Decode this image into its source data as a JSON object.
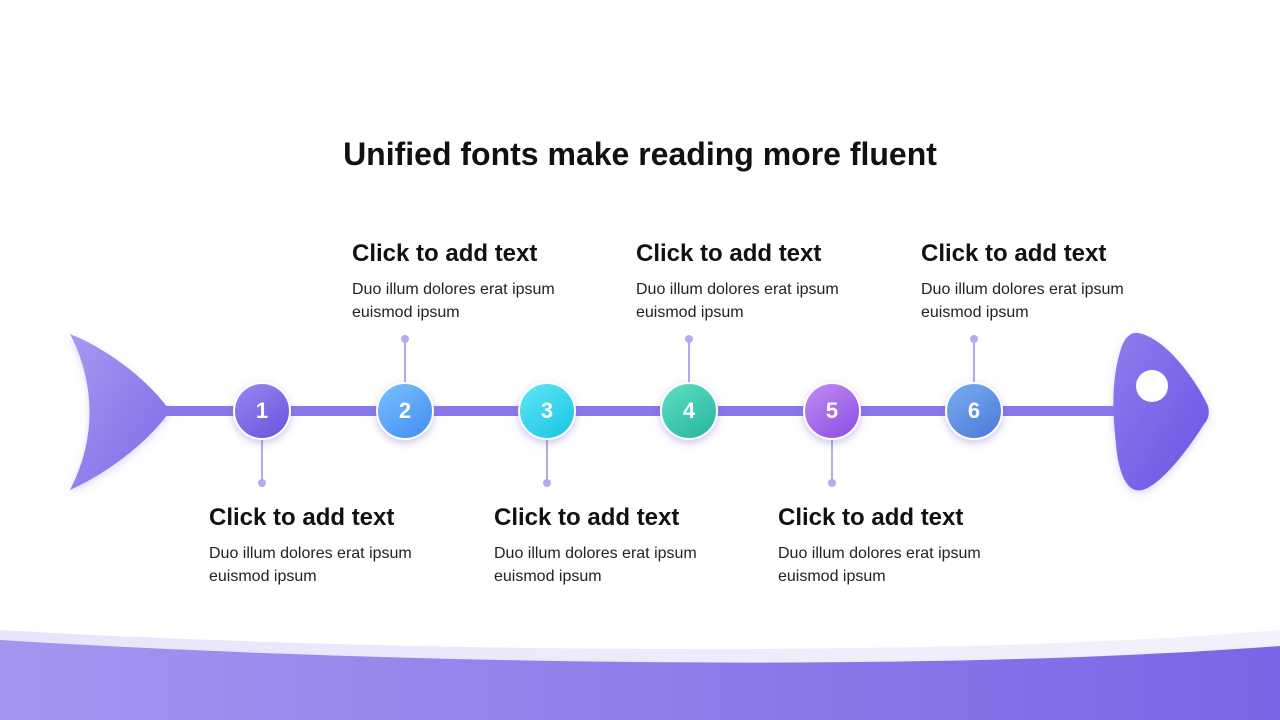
{
  "title": "Unified fonts make reading more fluent",
  "colors": {
    "spine": "#8a78e8",
    "accent": "#7b68e6",
    "connector": "#b6aaf0"
  },
  "steps": [
    {
      "number": "1",
      "title": "Click to add text",
      "desc": "Duo illum dolores erat ipsum euismod ipsum",
      "position": "below"
    },
    {
      "number": "2",
      "title": "Click to add text",
      "desc": "Duo illum dolores erat ipsum euismod ipsum",
      "position": "above"
    },
    {
      "number": "3",
      "title": "Click to add text",
      "desc": "Duo illum dolores erat ipsum euismod ipsum",
      "position": "below"
    },
    {
      "number": "4",
      "title": "Click to add text",
      "desc": "Duo illum dolores erat ipsum euismod ipsum",
      "position": "above"
    },
    {
      "number": "5",
      "title": "Click to add text",
      "desc": "Duo illum dolores erat ipsum euismod ipsum",
      "position": "below"
    },
    {
      "number": "6",
      "title": "Click to add text",
      "desc": "Duo illum dolores erat ipsum euismod ipsum",
      "position": "above"
    }
  ]
}
